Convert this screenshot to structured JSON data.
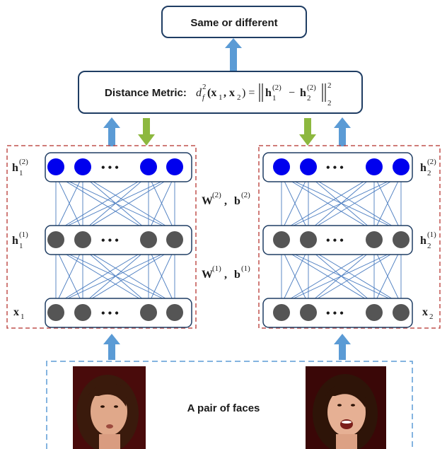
{
  "output_box": {
    "label": "Same or different"
  },
  "metric_box": {
    "label": "Distance Metric:",
    "formula": {
      "lhs_d": "d",
      "lhs_sub": "f",
      "lhs_sup": "2",
      "lhs_args": "(x",
      "lhs_arg1_sub": "1",
      "lhs_sep": ", x",
      "lhs_arg2_sub": "2",
      "lhs_close": ") =",
      "rhs_h1": "h",
      "rhs_h1_sub": "1",
      "rhs_h1_sup": "(2)",
      "rhs_minus": "−",
      "rhs_h2": "h",
      "rhs_h2_sub": "2",
      "rhs_h2_sup": "(2)",
      "norm_sup": "2",
      "norm_sub": "2"
    }
  },
  "left_network": {
    "top_label": "h",
    "top_sub": "1",
    "top_sup": "(2)",
    "mid_label": "h",
    "mid_sub": "1",
    "mid_sup": "(1)",
    "bottom_label": "x",
    "bottom_sub": "1",
    "dots": "• • •"
  },
  "right_network": {
    "top_label": "h",
    "top_sub": "2",
    "top_sup": "(2)",
    "mid_label": "h",
    "mid_sub": "2",
    "mid_sup": "(1)",
    "bottom_label": "x",
    "bottom_sub": "2",
    "dots": "• • •"
  },
  "weights": {
    "upper_w": "W",
    "upper_w_sup": "(2)",
    "upper_sep": ",  ",
    "upper_b": "b",
    "upper_b_sup": "(2)",
    "lower_w": "W",
    "lower_w_sup": "(1)",
    "lower_sep": ",  ",
    "lower_b": "b",
    "lower_b_sup": "(1)"
  },
  "input_box": {
    "caption": "A pair of faces"
  },
  "colors": {
    "box_border": "#1f3d63",
    "hidden_top_node": "#0000ee",
    "hidden_node": "#555555",
    "edge": "#4a7cc0",
    "up_arrow": "#5b9bd5",
    "down_arrow": "#8db83f",
    "network_dash": "#c0504d",
    "input_dash": "#5b9bd5"
  }
}
